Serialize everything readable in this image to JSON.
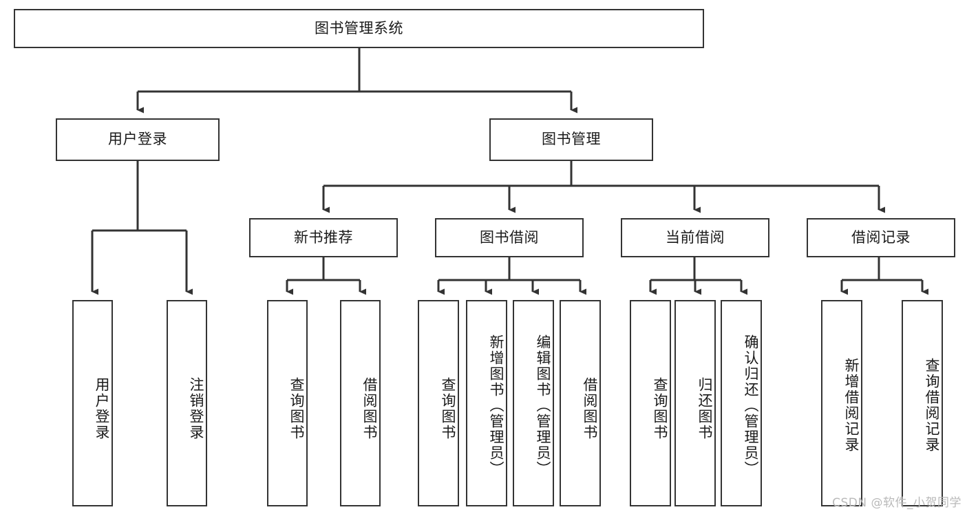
{
  "diagram": {
    "type": "tree-hierarchy",
    "background_color": "#ffffff",
    "line_color": "#333333",
    "text_color": "#1a1a1a",
    "root": {
      "label": "图书管理系统"
    },
    "level1": [
      {
        "label": "用户登录"
      },
      {
        "label": "图书管理"
      }
    ],
    "level2": [
      {
        "label": "新书推荐"
      },
      {
        "label": "图书借阅"
      },
      {
        "label": "当前借阅"
      },
      {
        "label": "借阅记录"
      }
    ],
    "leaves": {
      "user_login": [
        {
          "label": "用户登录"
        },
        {
          "label": "注销登录"
        }
      ],
      "new_book_recommend": [
        {
          "label": "查询图书"
        },
        {
          "label": "借阅图书"
        }
      ],
      "book_borrow": [
        {
          "label": "查询图书"
        },
        {
          "label": "新增图书（管理员）"
        },
        {
          "label": "编辑图书（管理员）"
        },
        {
          "label": "借阅图书"
        }
      ],
      "current_borrow": [
        {
          "label": "查询图书"
        },
        {
          "label": "归还图书"
        },
        {
          "label": "确认归还（管理员）"
        }
      ],
      "borrow_record": [
        {
          "label": "新增借阅记录"
        },
        {
          "label": "查询借阅记录"
        }
      ]
    }
  },
  "watermark": {
    "text": "CSDN @软件_小贺同学"
  }
}
